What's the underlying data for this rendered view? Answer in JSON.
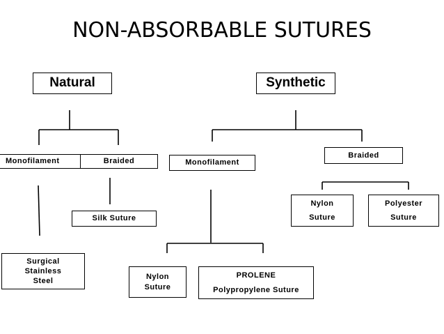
{
  "title": "NON-ABSORBABLE SUTURES",
  "nodes": {
    "natural": "Natural",
    "synthetic": "Synthetic",
    "natural_monofilament": "Monofilament",
    "natural_braided": "Braided",
    "silk_suture": "Silk Suture",
    "surgical_steel": [
      "Surgical",
      "Stainless",
      "Steel"
    ],
    "synthetic_monofilament": "Monofilament",
    "synthetic_braided": "Braided",
    "braided_nylon": [
      "Nylon",
      "Suture"
    ],
    "polyester": [
      "Polyester",
      "Suture"
    ],
    "mono_nylon": [
      "Nylon",
      "Suture"
    ],
    "prolene": [
      "PROLENE",
      "Polypropylene Suture"
    ]
  },
  "colors": {
    "line": "#000000",
    "text": "#000000",
    "background": "#ffffff"
  }
}
